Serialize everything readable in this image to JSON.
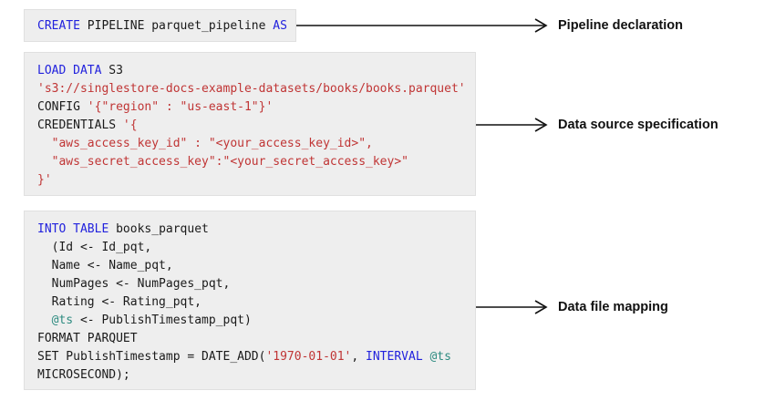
{
  "blocks": {
    "declaration": {
      "lines": [
        [
          {
            "t": "CREATE",
            "c": "kw"
          },
          {
            "t": " PIPELINE parquet_pipeline ",
            "c": "pln"
          },
          {
            "t": "AS",
            "c": "kw"
          }
        ]
      ]
    },
    "datasource": {
      "lines": [
        [
          {
            "t": "LOAD DATA",
            "c": "kw"
          },
          {
            "t": " S3",
            "c": "pln"
          }
        ],
        [
          {
            "t": "'s3://singlestore-docs-example-datasets/books/books.parquet'",
            "c": "str"
          }
        ],
        [
          {
            "t": "CONFIG ",
            "c": "pln"
          },
          {
            "t": "'{\"region\" : \"us-east-1\"}'",
            "c": "str"
          }
        ],
        [
          {
            "t": "CREDENTIALS ",
            "c": "pln"
          },
          {
            "t": "'{",
            "c": "str"
          }
        ],
        [
          {
            "t": "  \"aws_access_key_id\" : \"<your_access_key_id>\",",
            "c": "str"
          }
        ],
        [
          {
            "t": "  \"aws_secret_access_key\":\"<your_secret_access_key>\"",
            "c": "str"
          }
        ],
        [
          {
            "t": "}'",
            "c": "str"
          }
        ]
      ]
    },
    "mapping": {
      "lines": [
        [
          {
            "t": "INTO TABLE",
            "c": "kw"
          },
          {
            "t": " books_parquet",
            "c": "pln"
          }
        ],
        [
          {
            "t": "  (Id <- Id_pqt,",
            "c": "pln"
          }
        ],
        [
          {
            "t": "  Name <- Name_pqt,",
            "c": "pln"
          }
        ],
        [
          {
            "t": "  NumPages <- NumPages_pqt,",
            "c": "pln"
          }
        ],
        [
          {
            "t": "  Rating <- Rating_pqt,",
            "c": "pln"
          }
        ],
        [
          {
            "t": "  ",
            "c": "pln"
          },
          {
            "t": "@ts",
            "c": "var"
          },
          {
            "t": " <- PublishTimestamp_pqt)",
            "c": "pln"
          }
        ],
        [
          {
            "t": "FORMAT PARQUET",
            "c": "pln"
          }
        ],
        [
          {
            "t": "SET PublishTimestamp = DATE_ADD(",
            "c": "pln"
          },
          {
            "t": "'1970-01-01'",
            "c": "str"
          },
          {
            "t": ", ",
            "c": "pln"
          },
          {
            "t": "INTERVAL",
            "c": "kw"
          },
          {
            "t": " ",
            "c": "pln"
          },
          {
            "t": "@ts",
            "c": "var"
          }
        ],
        [
          {
            "t": "MICROSECOND);",
            "c": "pln"
          }
        ]
      ]
    }
  },
  "annotations": {
    "declaration": "Pipeline declaration",
    "datasource": "Data source specification",
    "mapping": "Data file mapping"
  },
  "colors": {
    "keyword": "#2222dd",
    "string": "#c03535",
    "variable": "#2d8b80",
    "plain": "#1a1a1a",
    "block_background": "#eeeeee",
    "block_border": "#e0e0e0",
    "arrow": "#111111",
    "label": "#111111",
    "page_background": "#ffffff"
  }
}
